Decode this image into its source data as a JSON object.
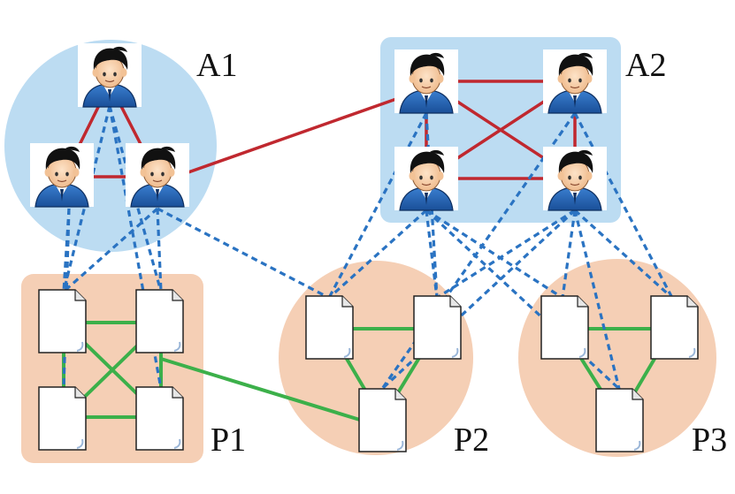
{
  "groups": [
    {
      "id": "A1",
      "label": "A1",
      "kind": "author-group"
    },
    {
      "id": "A2",
      "label": "A2",
      "kind": "author-group"
    },
    {
      "id": "P1",
      "label": "P1",
      "kind": "paper-group"
    },
    {
      "id": "P2",
      "label": "P2",
      "kind": "paper-group"
    },
    {
      "id": "P3",
      "label": "P3",
      "kind": "paper-group"
    }
  ],
  "colors": {
    "author_group_fill": "#bcdcf2",
    "paper_group_fill": "#f5cfb5",
    "author_author_edge": "#c0282f",
    "paper_paper_edge": "#3cb04a",
    "author_paper_edge": "#2a73c2",
    "person_hair": "#111111",
    "person_face": "#f7cfa6",
    "person_shirt": "#1f5fb0",
    "document_fill": "#ffffff",
    "document_stroke": "#222222"
  },
  "icons": {
    "author": "person-icon",
    "paper": "document-icon"
  },
  "nodes": {
    "authors": [
      "a1_top",
      "a1_left",
      "a1_right",
      "a2_tl",
      "a2_tr",
      "a2_bl",
      "a2_br"
    ],
    "papers": [
      "p1_tl",
      "p1_tr",
      "p1_bl",
      "p1_br",
      "p2_l",
      "p2_r",
      "p2_b",
      "p3_l",
      "p3_r",
      "p3_b"
    ]
  },
  "edges": {
    "author_author": [
      [
        "a1_top",
        "a1_left"
      ],
      [
        "a1_top",
        "a1_right"
      ],
      [
        "a1_left",
        "a1_right"
      ],
      [
        "a1_right",
        "a2_tl"
      ],
      [
        "a2_tl",
        "a2_tr"
      ],
      [
        "a2_tl",
        "a2_bl"
      ],
      [
        "a2_tl",
        "a2_br"
      ],
      [
        "a2_tr",
        "a2_bl"
      ],
      [
        "a2_tr",
        "a2_br"
      ],
      [
        "a2_bl",
        "a2_br"
      ]
    ],
    "paper_paper": [
      [
        "p1_tl",
        "p1_tr"
      ],
      [
        "p1_tl",
        "p1_bl"
      ],
      [
        "p1_tl",
        "p1_br"
      ],
      [
        "p1_tr",
        "p1_bl"
      ],
      [
        "p1_tr",
        "p1_br"
      ],
      [
        "p1_bl",
        "p1_br"
      ],
      [
        "p1_tr",
        "p2_b"
      ],
      [
        "p2_l",
        "p2_r"
      ],
      [
        "p2_l",
        "p2_b"
      ],
      [
        "p2_r",
        "p2_b"
      ],
      [
        "p3_l",
        "p3_r"
      ],
      [
        "p3_l",
        "p3_b"
      ],
      [
        "p3_r",
        "p3_b"
      ]
    ],
    "author_paper": [
      [
        "a1_top",
        "p1_tl"
      ],
      [
        "a1_top",
        "p1_tr"
      ],
      [
        "a1_top",
        "p1_br"
      ],
      [
        "a1_left",
        "p1_tl"
      ],
      [
        "a1_left",
        "p1_bl"
      ],
      [
        "a1_right",
        "p1_tl"
      ],
      [
        "a1_right",
        "p1_tr"
      ],
      [
        "a1_right",
        "p2_l"
      ],
      [
        "a2_tl",
        "p2_l"
      ],
      [
        "a2_tl",
        "p2_r"
      ],
      [
        "a2_tr",
        "p2_b"
      ],
      [
        "a2_tr",
        "p3_r"
      ],
      [
        "a2_bl",
        "p2_l"
      ],
      [
        "a2_bl",
        "p2_r"
      ],
      [
        "a2_bl",
        "p3_l"
      ],
      [
        "a2_bl",
        "p3_b"
      ],
      [
        "a2_br",
        "p2_r"
      ],
      [
        "a2_br",
        "p2_b"
      ],
      [
        "a2_br",
        "p3_l"
      ],
      [
        "a2_br",
        "p3_r"
      ],
      [
        "a2_br",
        "p3_b"
      ]
    ]
  }
}
